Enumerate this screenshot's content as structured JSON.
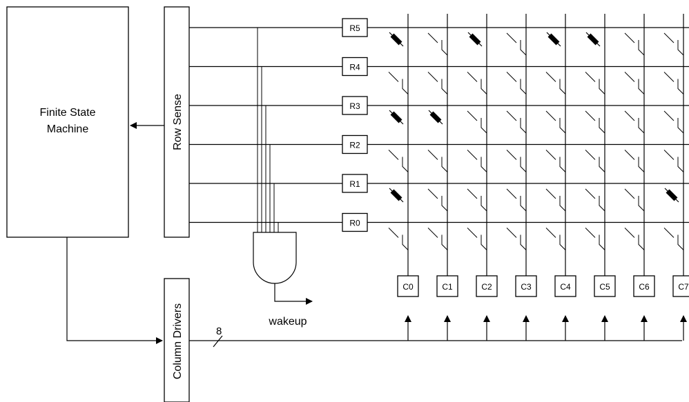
{
  "blocks": {
    "fsm_label_line1": "Finite State",
    "fsm_label_line2": "Machine",
    "row_sense_label": "Row Sense",
    "column_drivers_label": "Column Drivers",
    "bus_width": "8",
    "wakeup_label": "wakeup"
  },
  "rows": [
    "R5",
    "R4",
    "R3",
    "R2",
    "R1",
    "R0"
  ],
  "columns": [
    "C0",
    "C1",
    "C2",
    "C3",
    "C4",
    "C5",
    "C6",
    "C7"
  ],
  "pressed_keys": [
    {
      "row": "R5",
      "col": "C0"
    },
    {
      "row": "R5",
      "col": "C2"
    },
    {
      "row": "R5",
      "col": "C4"
    },
    {
      "row": "R5",
      "col": "C5"
    },
    {
      "row": "R3",
      "col": "C0"
    },
    {
      "row": "R3",
      "col": "C1"
    },
    {
      "row": "R1",
      "col": "C0"
    },
    {
      "row": "R1",
      "col": "C7"
    }
  ]
}
